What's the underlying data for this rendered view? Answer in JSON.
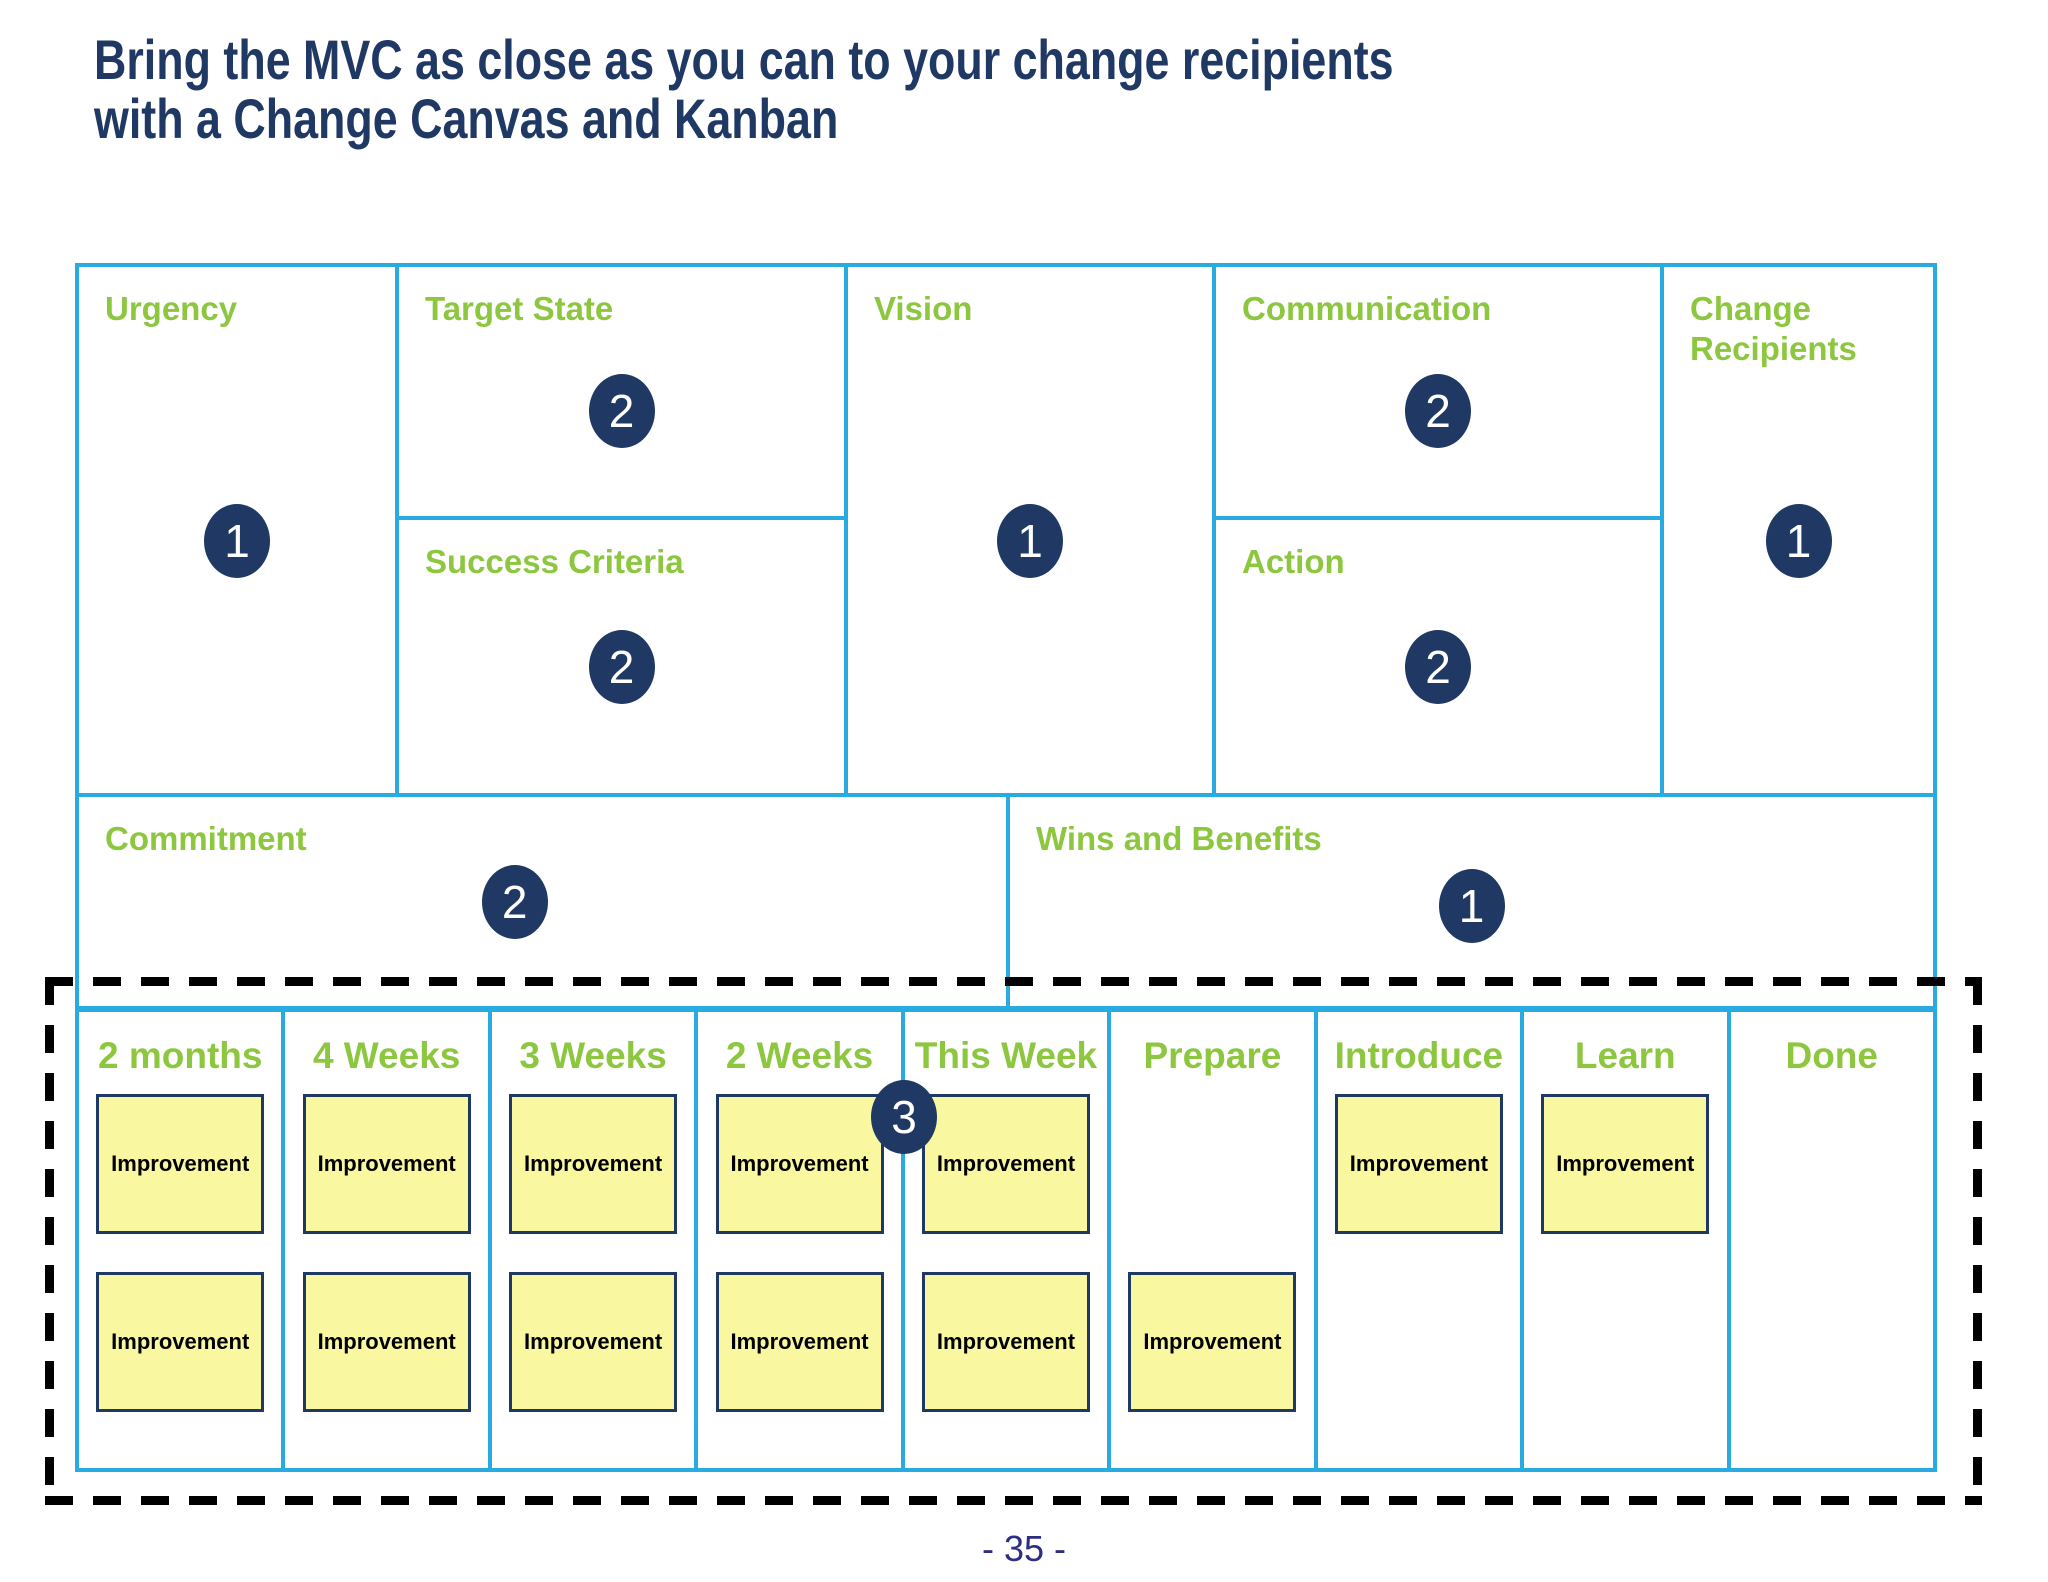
{
  "title": {
    "line1": "Bring the MVC as close as you can to your change recipients",
    "line2": "with a Change Canvas and Kanban"
  },
  "canvas": {
    "urgency": {
      "label": "Urgency",
      "badge": "1"
    },
    "target_state": {
      "label": "Target State",
      "badge": "2"
    },
    "success_criteria": {
      "label": "Success Criteria",
      "badge": "2"
    },
    "vision": {
      "label": "Vision",
      "badge": "1"
    },
    "communication": {
      "label": "Communication",
      "badge": "2"
    },
    "action": {
      "label": "Action",
      "badge": "2"
    },
    "change_recipients": {
      "label": "Change Recipients",
      "badge": "1"
    },
    "commitment": {
      "label": "Commitment",
      "badge": "2"
    },
    "wins_benefits": {
      "label": "Wins and Benefits",
      "badge": "1"
    }
  },
  "kanban": {
    "badge": "3",
    "note_label": "Improvement",
    "columns": [
      {
        "label": "2 months",
        "top_note": true,
        "bottom_note": true
      },
      {
        "label": "4 Weeks",
        "top_note": true,
        "bottom_note": true
      },
      {
        "label": "3 Weeks",
        "top_note": true,
        "bottom_note": true
      },
      {
        "label": "2 Weeks",
        "top_note": true,
        "bottom_note": true
      },
      {
        "label": "This Week",
        "top_note": true,
        "bottom_note": true
      },
      {
        "label": "Prepare",
        "top_note": false,
        "bottom_note": true
      },
      {
        "label": "Introduce",
        "top_note": true,
        "bottom_note": false
      },
      {
        "label": "Learn",
        "top_note": true,
        "bottom_note": false
      },
      {
        "label": "Done",
        "top_note": false,
        "bottom_note": false
      }
    ]
  },
  "page_number": "- 35 -",
  "colors": {
    "title_navy": "#1f3864",
    "label_green": "#8dc63f",
    "border_cyan": "#29abe2",
    "badge_navy": "#1f3864",
    "note_yellow": "#f9f7a0",
    "note_border_navy": "#1f3864",
    "dashed_black": "#000000",
    "page_number_navy": "#2b2e83"
  }
}
